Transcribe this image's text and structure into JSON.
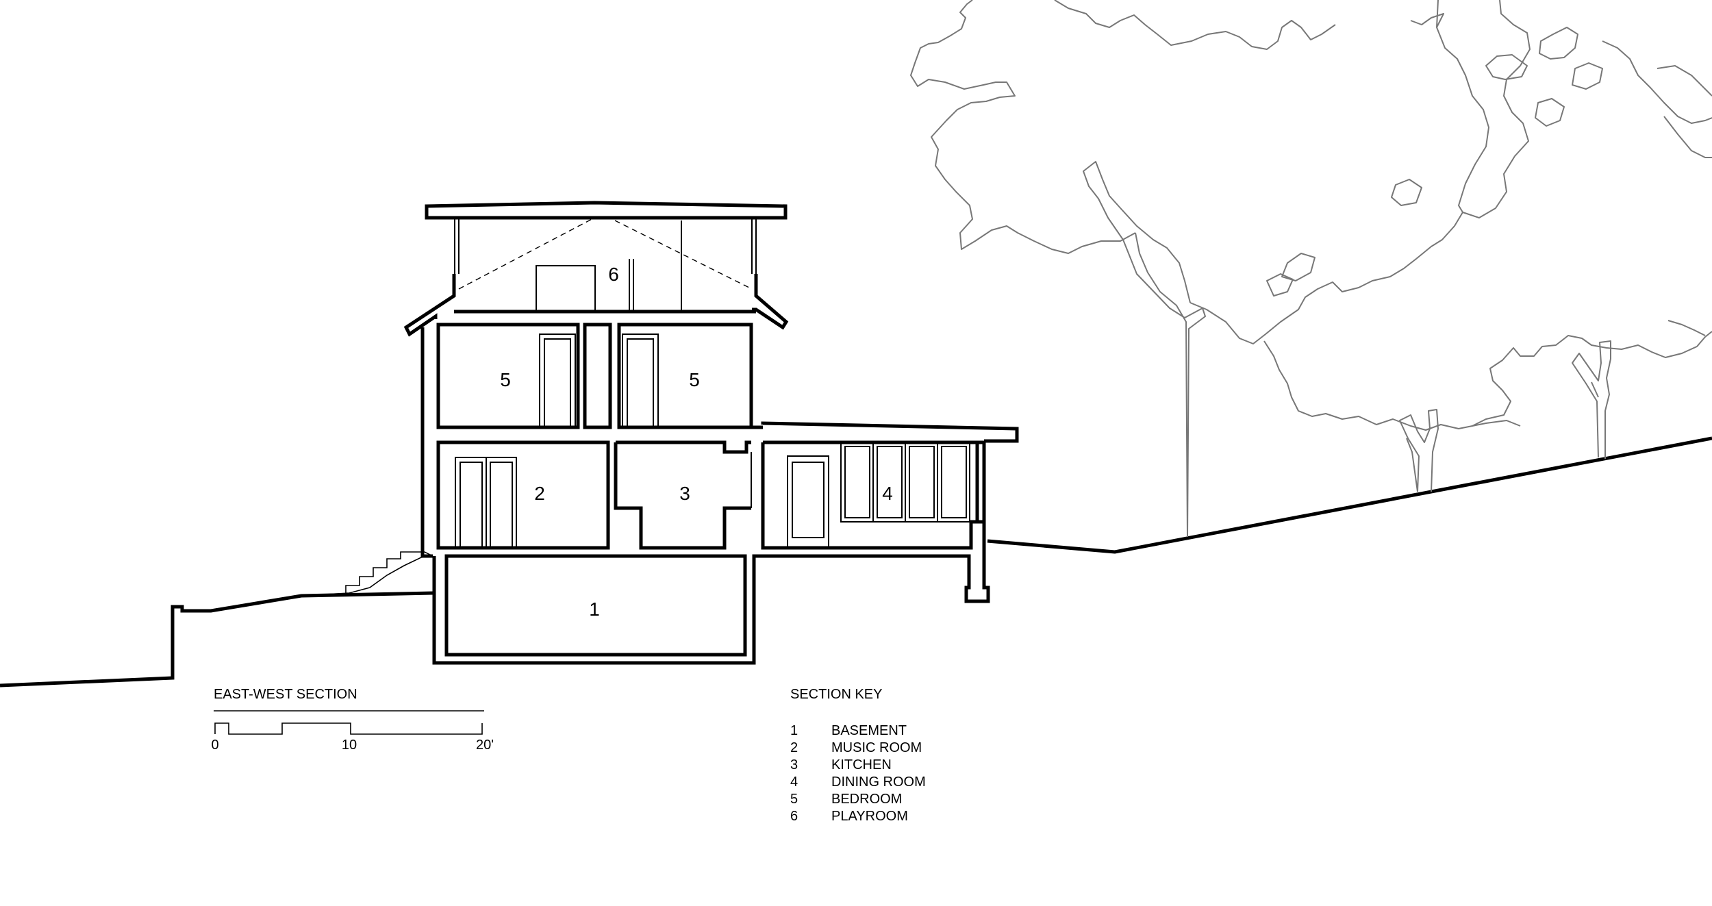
{
  "section_title": "EAST-WEST SECTION",
  "scale_bar": {
    "ticks": [
      "0",
      "10",
      "20'"
    ]
  },
  "section_key": {
    "title": "SECTION KEY",
    "items": [
      {
        "num": "1",
        "name": "BASEMENT"
      },
      {
        "num": "2",
        "name": "MUSIC ROOM"
      },
      {
        "num": "3",
        "name": "KITCHEN"
      },
      {
        "num": "4",
        "name": "DINING ROOM"
      },
      {
        "num": "5",
        "name": "BEDROOM"
      },
      {
        "num": "6",
        "name": "PLAYROOM"
      }
    ]
  },
  "room_labels": {
    "basement": "1",
    "music_room": "2",
    "kitchen": "3",
    "dining_room": "4",
    "bedroom_west": "5",
    "bedroom_east": "5",
    "playroom": "6"
  },
  "colors": {
    "line": "#000000",
    "tree": "#777777",
    "background": "#ffffff"
  }
}
